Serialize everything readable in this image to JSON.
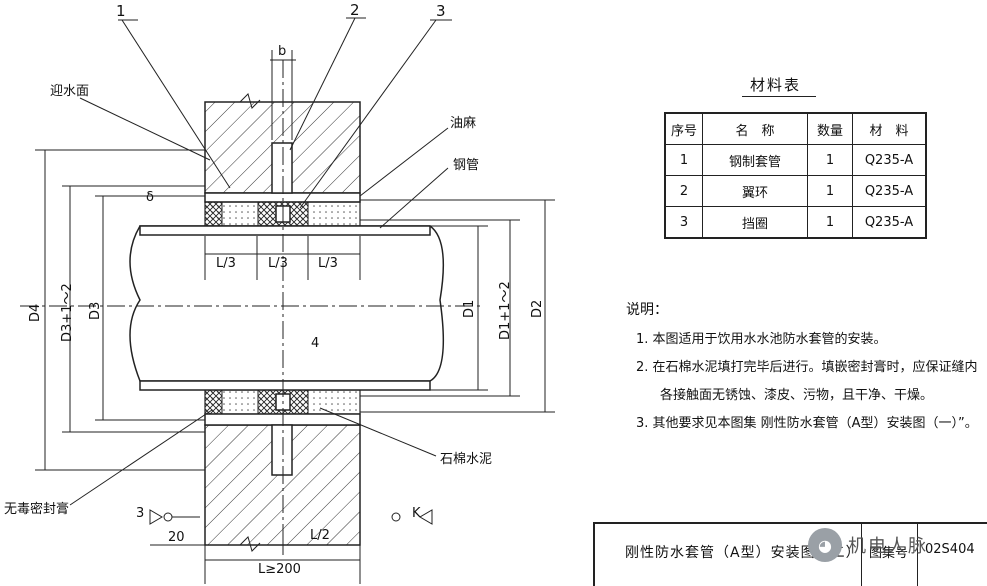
{
  "callouts": {
    "c1": "1",
    "c2": "2",
    "c3": "3"
  },
  "labels": {
    "water_face": "迎水面",
    "oakum": "油麻",
    "steel_pipe": "钢管",
    "asbestos_cement": "石棉水泥",
    "sealant": "无毒密封膏",
    "b": "b",
    "delta": "δ",
    "four": "4",
    "l3_a": "L/3",
    "l3_b": "L/3",
    "l3_c": "L/3",
    "l2": "L/2",
    "twenty": "20",
    "lmin": "L≥200",
    "d4": "D4",
    "d3_2": "D3+1～2",
    "d3": "D3",
    "d1": "D1",
    "d1_2": "D1+1～2",
    "d2": "D2",
    "sec3": "3",
    "seck": "K"
  },
  "material_table": {
    "title": "材料表",
    "headers": [
      "序号",
      "名　称",
      "数量",
      "材　料"
    ],
    "rows": [
      [
        "1",
        "钢制套管",
        "1",
        "Q235-A"
      ],
      [
        "2",
        "翼环",
        "1",
        "Q235-A"
      ],
      [
        "3",
        "挡圈",
        "1",
        "Q235-A"
      ]
    ]
  },
  "notes": {
    "heading": "说明：",
    "n1": "1. 本图适用于饮用水水池防水套管的安装。",
    "n2a": "2. 在石棉水泥填打完毕后进行。填嵌密封膏时，应保证缝内",
    "n2b": "各接触面无锈蚀、漆皮、污物，且干净、干燥。",
    "n3": "3. 其他要求见本图集 刚性防水套管（A型）安装图（一）”。"
  },
  "title_block": {
    "title": "刚性防水套管（A型）安装图（二）",
    "atlas": "图集号",
    "number": "02S404"
  },
  "watermark": {
    "text": "机电人脉",
    "icon": "wechat-icon"
  }
}
